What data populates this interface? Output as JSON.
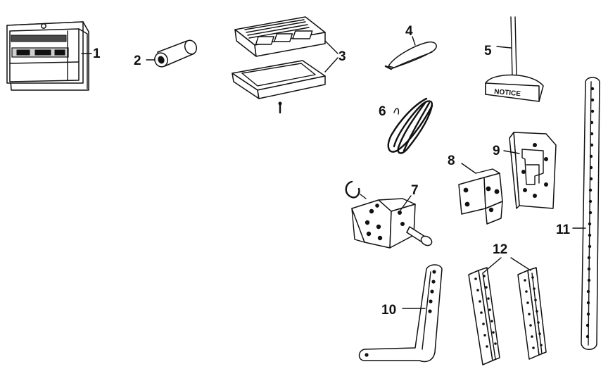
{
  "parts": [
    {
      "number": "1"
    },
    {
      "number": "2"
    },
    {
      "number": "3"
    },
    {
      "number": "4"
    },
    {
      "number": "5",
      "label_text": "NOTICE"
    },
    {
      "number": "6"
    },
    {
      "number": "7"
    },
    {
      "number": "8"
    },
    {
      "number": "9"
    },
    {
      "number": "10"
    },
    {
      "number": "11"
    },
    {
      "number": "12"
    }
  ]
}
